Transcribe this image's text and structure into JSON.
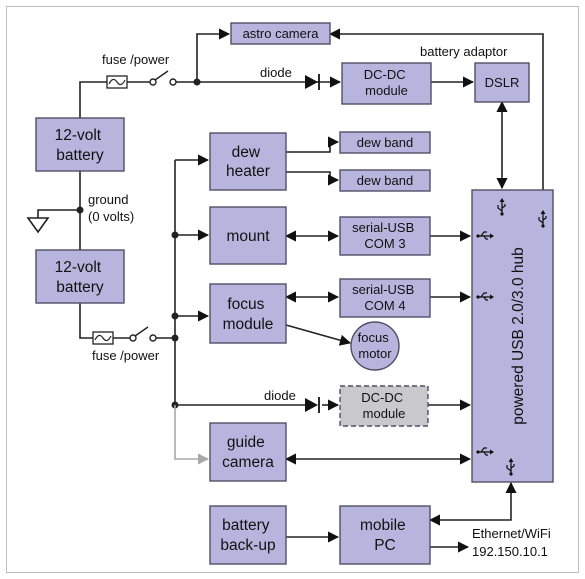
{
  "batteries": {
    "top": [
      "12-volt",
      "battery"
    ],
    "bottom": [
      "12-volt",
      "battery"
    ]
  },
  "ground": {
    "line1": "ground",
    "line2": "(0 volts)"
  },
  "fuses": {
    "top": "fuse /power",
    "bottom": "fuse /power"
  },
  "diodes": {
    "top": "diode",
    "bottom": "diode"
  },
  "boxes": {
    "astro_camera": "astro camera",
    "dcdc_top": [
      "DC-DC",
      "module"
    ],
    "battery_adaptor": "battery adaptor",
    "dslr": "DSLR",
    "dew_heater": [
      "dew",
      "heater"
    ],
    "dew_band_1": "dew band",
    "dew_band_2": "dew band",
    "mount": "mount",
    "serial_usb_com3": [
      "serial-USB",
      "COM 3"
    ],
    "focus_module": [
      "focus",
      "module"
    ],
    "serial_usb_com4": [
      "serial-USB",
      "COM 4"
    ],
    "focus_motor": [
      "focus",
      "motor"
    ],
    "dcdc_bottom": [
      "DC-DC",
      "module"
    ],
    "guide_camera": [
      "guide",
      "camera"
    ],
    "usb_hub": "powered USB 2.0/3.0 hub",
    "battery_backup": [
      "battery",
      "back-up"
    ],
    "mobile_pc": [
      "mobile",
      "PC"
    ]
  },
  "network": {
    "line1": "Ethernet/WiFi",
    "line2": "192.150.10.1"
  },
  "colors": {
    "box_fill": "#b7b5dd",
    "dashed_fill": "#c9c9cb",
    "outline": "#4f4f66",
    "wire": "#222222",
    "grey_wire": "#a8a8a8"
  }
}
